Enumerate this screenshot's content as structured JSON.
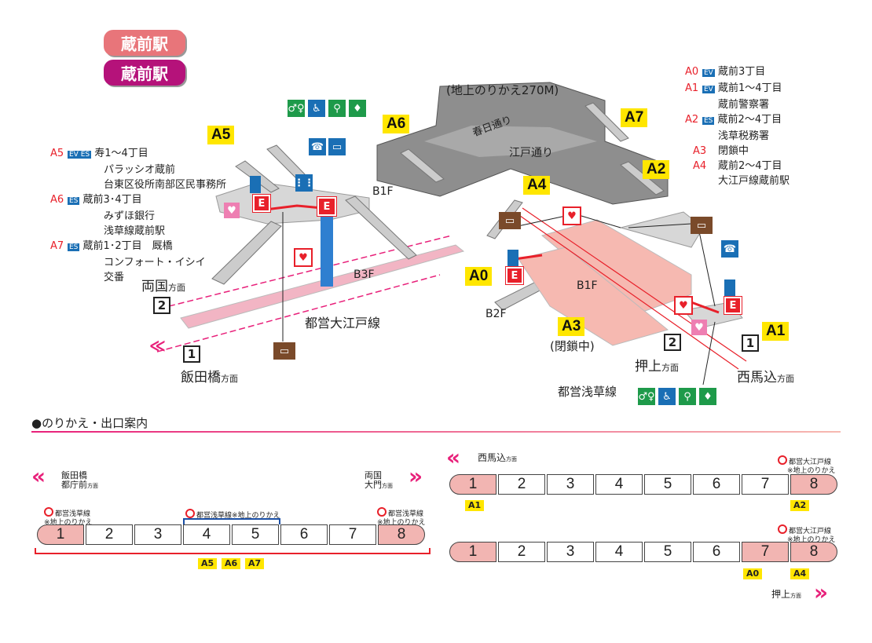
{
  "station": {
    "name_oedo": "蔵前駅",
    "name_asakusa": "蔵前駅",
    "colors": {
      "oedo": "#e8757a",
      "asakusa": "#b5127a"
    }
  },
  "diagram": {
    "transfer_note": "(地上のりかえ270M)",
    "street1": "春日通り",
    "street2": "江戸通り",
    "levels": {
      "b1f_left": "B1F",
      "b3f": "B3F",
      "b1f_right": "B1F",
      "b2f": "B2F"
    },
    "lines": {
      "oedo": "都営大江戸線",
      "asakusa": "都営浅草線"
    },
    "exits": {
      "a0": "A0",
      "a1": "A1",
      "a2": "A2",
      "a3": "A3",
      "a4": "A4",
      "a5": "A5",
      "a6": "A6",
      "a7": "A7"
    },
    "a3_closed": "(閉鎖中)",
    "directions": {
      "ryogoku": "両国",
      "ryogoku_suffix": "方面",
      "ryogoku_num": "2",
      "iidabashi": "飯田橋",
      "iidabashi_suffix": "方面",
      "iidabashi_num": "1",
      "oshiage": "押上",
      "oshiage_suffix": "方面",
      "oshiage_num": "2",
      "nishimagome": "西馬込",
      "nishimagome_suffix": "方面",
      "nishimagome_num": "1"
    }
  },
  "exit_info_right": [
    {
      "code": "A0",
      "badge": "EV",
      "text": "蔵前3丁目"
    },
    {
      "code": "A1",
      "badge": "EV",
      "text": "蔵前1～4丁目"
    },
    {
      "code": "",
      "badge": "",
      "text": "蔵前警察署"
    },
    {
      "code": "A2",
      "badge": "ES",
      "text": "蔵前2～4丁目"
    },
    {
      "code": "",
      "badge": "",
      "text": "浅草税務署"
    },
    {
      "code": "A3",
      "badge": "",
      "text": "閉鎖中"
    },
    {
      "code": "A4",
      "badge": "",
      "text": "蔵前2～4丁目"
    },
    {
      "code": "",
      "badge": "",
      "text": "大江戸線蔵前駅"
    }
  ],
  "exit_info_left": [
    {
      "code": "A5",
      "badge": "EV ES",
      "text": "寿1～4丁目"
    },
    {
      "code": "",
      "badge": "",
      "text": "パラッシオ蔵前"
    },
    {
      "code": "",
      "badge": "",
      "text": "台東区役所南部区民事務所"
    },
    {
      "code": "A6",
      "badge": "ES",
      "text": "蔵前3･4丁目"
    },
    {
      "code": "",
      "badge": "",
      "text": "みずほ銀行"
    },
    {
      "code": "",
      "badge": "",
      "text": "浅草線蔵前駅"
    },
    {
      "code": "A7",
      "badge": "ES",
      "text": "蔵前1･2丁目　厩橋"
    },
    {
      "code": "",
      "badge": "",
      "text": "コンフォート・イシイ"
    },
    {
      "code": "",
      "badge": "",
      "text": "交番"
    }
  ],
  "guide": {
    "heading": "●のりかえ・出口案内",
    "left": {
      "dir_left": "飯田橋",
      "dir_left2": "都庁前",
      "dir_left_suffix": "方面",
      "dir_right": "両国",
      "dir_right2": "大門",
      "dir_right_suffix": "方面",
      "cars": [
        "1",
        "2",
        "3",
        "4",
        "5",
        "6",
        "7",
        "8"
      ],
      "pink": [
        0,
        7
      ],
      "xfer_a_line": "都営浅草線",
      "xfer_a_note": "※地上のりかえ",
      "xfer_b": "都営浅草線※地上のりかえ",
      "xfer_c_line": "都営浅草線",
      "xfer_c_note": "※地上のりかえ",
      "tags": [
        "A5",
        "A6",
        "A7"
      ]
    },
    "right_top": {
      "dir": "西馬込",
      "dir_suffix": "方面",
      "cars": [
        "1",
        "2",
        "3",
        "4",
        "5",
        "6",
        "7",
        "8"
      ],
      "pink": [
        0,
        7
      ],
      "xfer_line": "都営大江戸線",
      "xfer_note": "※地上のりかえ",
      "tag_left": "A1",
      "tag_right": "A2"
    },
    "right_bottom": {
      "dir": "押上",
      "dir_suffix": "方面",
      "cars": [
        "1",
        "2",
        "3",
        "4",
        "5",
        "6",
        "7",
        "8"
      ],
      "pink": [
        0,
        6,
        7
      ],
      "xfer_line": "都営大江戸線",
      "xfer_note": "※地上のりかえ",
      "tag_a": "A0",
      "tag_b": "A4"
    }
  }
}
